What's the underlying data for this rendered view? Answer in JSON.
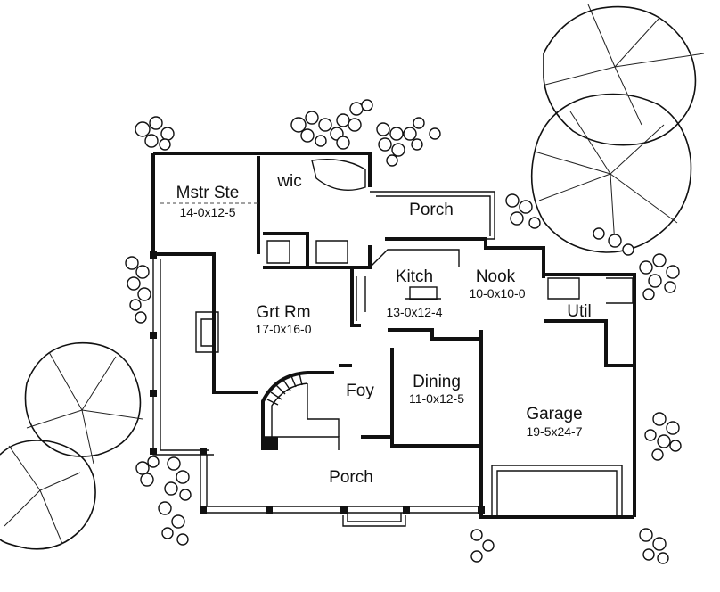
{
  "rooms": {
    "master_suite": {
      "name": "Mstr Ste",
      "dims": "14-0x12-5"
    },
    "wic": {
      "name": "wic"
    },
    "rear_porch": {
      "name": "Porch"
    },
    "kitchen": {
      "name": "Kitch",
      "dims": "13-0x12-4"
    },
    "nook": {
      "name": "Nook",
      "dims": "10-0x10-0"
    },
    "utility": {
      "name": "Util"
    },
    "great_room": {
      "name": "Grt Rm",
      "dims": "17-0x16-0"
    },
    "foyer": {
      "name": "Foy"
    },
    "dining": {
      "name": "Dining",
      "dims": "11-0x12-5"
    },
    "garage": {
      "name": "Garage",
      "dims": "19-5x24-7"
    },
    "front_porch": {
      "name": "Porch"
    }
  }
}
